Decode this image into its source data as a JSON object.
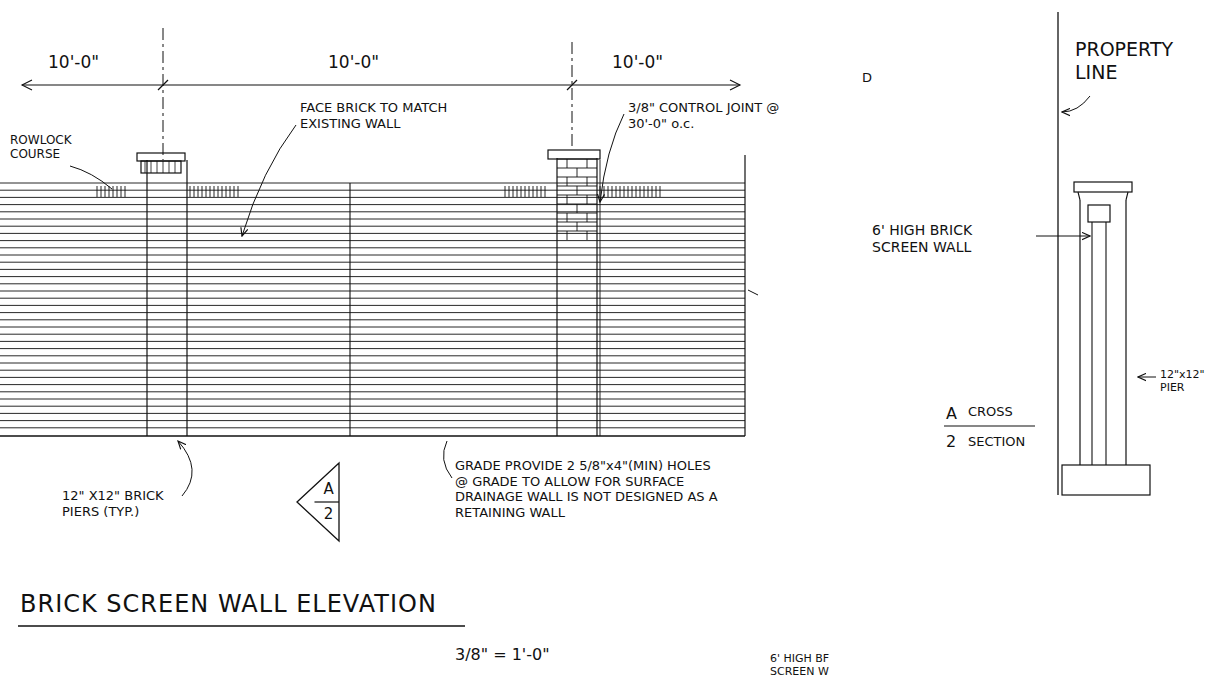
{
  "diagram": {
    "title": "BRICK SCREEN WALL ELEVATION",
    "nodes": [
      {
        "text": [
          "A",
          "2"
        ]
      }
    ],
    "labels": [
      "10'-0\"",
      "10'-0\"",
      "10'-0\"",
      "D",
      "ROWLOCK COURSE",
      "FACE BRICK TO MATCH EXISTING WALL",
      "3/8\" CONTROL JOINT @ 30'-0\" o.c.",
      "PROPERTY LINE",
      "6' HIGH BRICK SCREEN WALL",
      "12\"x12\" PIER",
      "A",
      "CROSS",
      "2",
      "SECTION",
      "12\" X12\" BRICK PIERS (TYP.)",
      "GRADE PROVIDE 2 5/8\"x4\"(MIN) HOLES @ GRADE TO ALLOW FOR SURFACE DRAINAGE WALL IS NOT DESIGNED AS A RETAINING WALL",
      "3/8\" = 1'-0\"",
      "6' HIGH BF SCREEN W"
    ]
  }
}
